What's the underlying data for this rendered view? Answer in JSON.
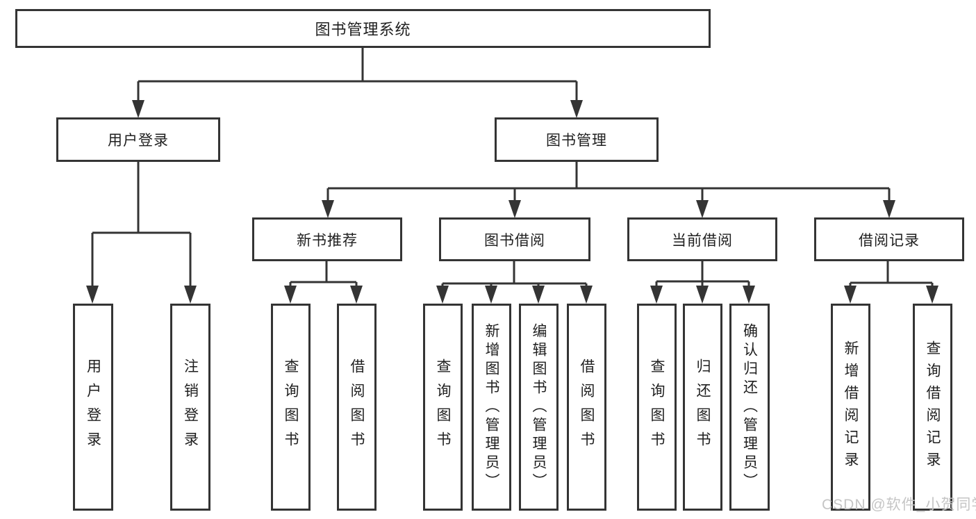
{
  "tree": {
    "root": {
      "label": "图书管理系统",
      "children": [
        {
          "label": "用户登录",
          "children": [
            {
              "label": "用户登录"
            },
            {
              "label": "注销登录"
            }
          ]
        },
        {
          "label": "图书管理",
          "children": [
            {
              "label": "新书推荐",
              "children": [
                {
                  "label": "查询图书"
                },
                {
                  "label": "借阅图书"
                }
              ]
            },
            {
              "label": "图书借阅",
              "children": [
                {
                  "label": "查询图书"
                },
                {
                  "label": "新增图书（管理员）"
                },
                {
                  "label": "编辑图书（管理员）"
                },
                {
                  "label": "借阅图书"
                }
              ]
            },
            {
              "label": "当前借阅",
              "children": [
                {
                  "label": "查询图书"
                },
                {
                  "label": "归还图书"
                },
                {
                  "label": "确认归还（管理员）"
                }
              ]
            },
            {
              "label": "借阅记录",
              "children": [
                {
                  "label": "新增借阅记录"
                },
                {
                  "label": "查询借阅记录"
                }
              ]
            }
          ]
        }
      ]
    }
  },
  "watermark": {
    "text": "CSDN @软件_小贺同学"
  },
  "colors": {
    "line": "#343434",
    "text": "#1f1f1f",
    "background": "#ffffff",
    "watermark": "#c5c5c5"
  }
}
